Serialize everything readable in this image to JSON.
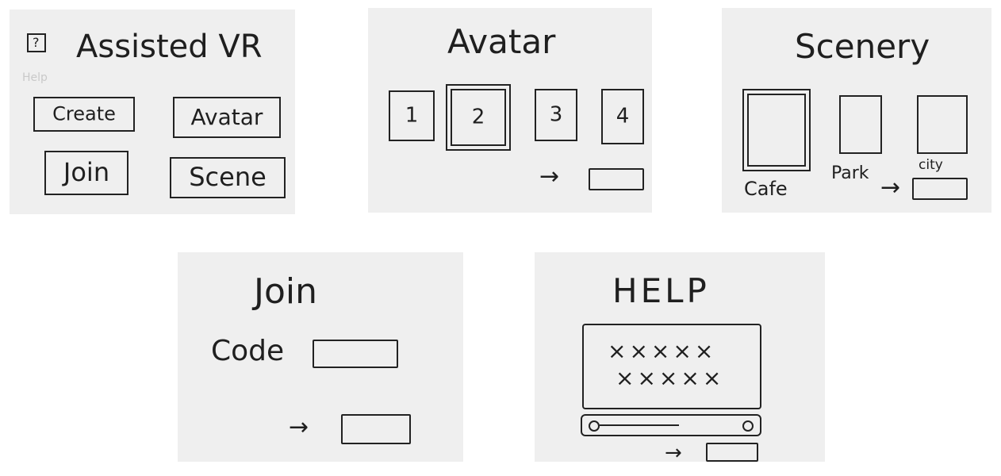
{
  "home": {
    "title": "Assisted VR",
    "help_label": "Help",
    "buttons": {
      "create": "Create",
      "avatar": "Avatar",
      "join": "Join",
      "scene": "Scene"
    }
  },
  "avatar": {
    "title": "Avatar",
    "options": [
      "1",
      "2",
      "3",
      "4"
    ],
    "next_arrow": "→"
  },
  "scenery": {
    "title": "Scenery",
    "options": [
      "Cafe",
      "Park",
      "city"
    ],
    "next_arrow": "→"
  },
  "join": {
    "title": "Join",
    "code_label": "Code",
    "next_arrow": "→"
  },
  "help": {
    "title": "HELP",
    "text_line1": "×××××",
    "text_line2": "×××××",
    "next_arrow": "→"
  }
}
